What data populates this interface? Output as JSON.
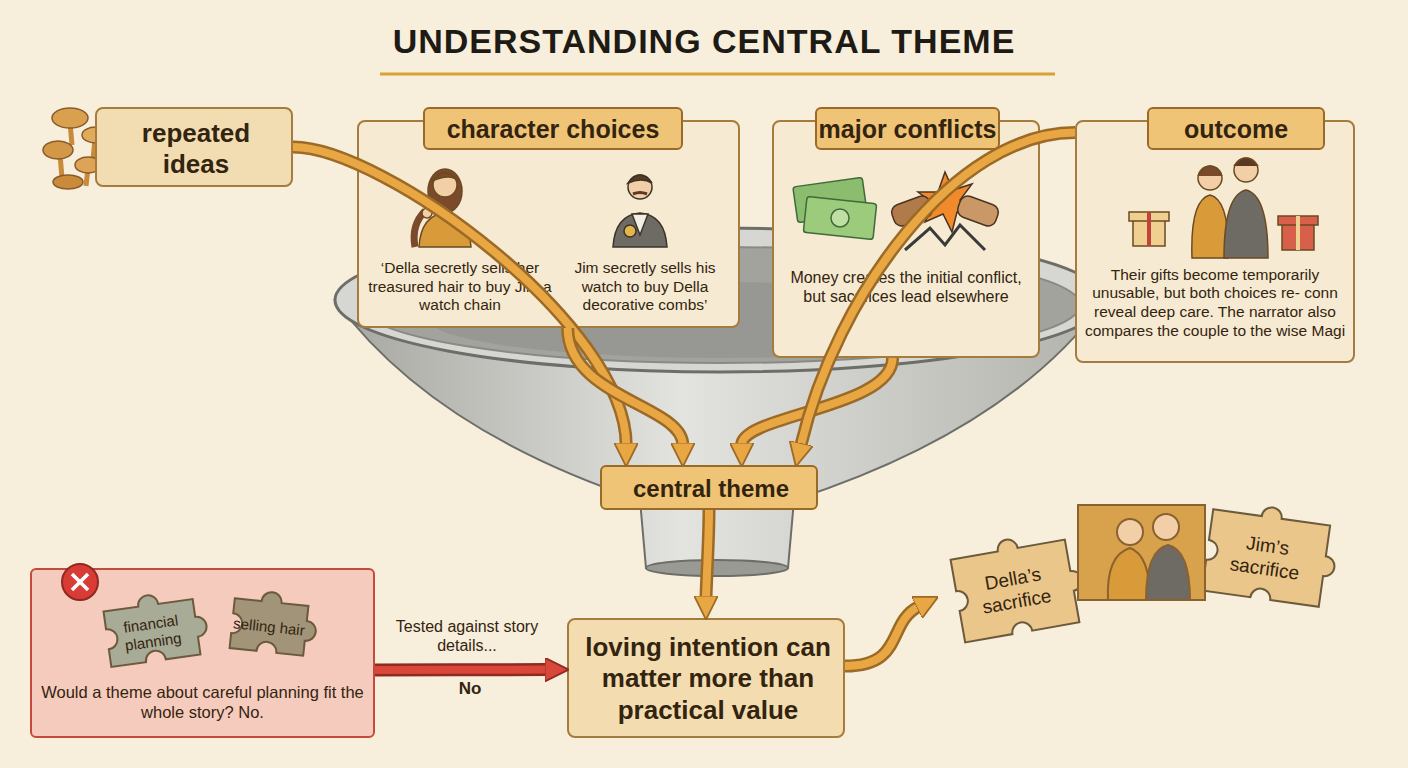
{
  "diagram": {
    "title": "UNDERSTANDING CENTRAL THEME",
    "nodes": [
      {
        "text": [
          "repeated ideas"
        ]
      },
      {
        "text": [
          "character choices",
          "‘Della secretly sells her treasured hair to buy Jim a watch chain",
          "Jim secretly sells his watch to buy Della decorative combs’"
        ]
      },
      {
        "text": [
          "major conflicts",
          "Money creates the initial conflict, but sacrifices lead elsewhere"
        ]
      },
      {
        "text": [
          "outcome",
          "Their gifts become temporarily unusable, but both choices re- conn reveal deep care. The narrator also compares the couple to the wise Magi"
        ]
      },
      {
        "text": [
          "central theme"
        ]
      },
      {
        "text": [
          "loving intention can matter more than practical value"
        ]
      },
      {
        "text": [
          "Would a theme about careful planning fit the whole story? No."
        ]
      },
      {
        "text": [
          "financial planning"
        ],
        "in": 6
      },
      {
        "text": [
          "selling hair"
        ],
        "in": 6
      },
      {
        "text": [
          "Della’s sacrifice"
        ]
      },
      {
        "text": [
          "Jim’s sacrifice"
        ]
      }
    ],
    "edges": [
      {
        "from": 0,
        "to": 4,
        "arrow": "to"
      },
      {
        "from": 1,
        "to": 4,
        "arrow": "to"
      },
      {
        "from": 2,
        "to": 4,
        "arrow": "to"
      },
      {
        "from": 3,
        "to": 4,
        "arrow": "to"
      },
      {
        "from": 4,
        "to": 5,
        "arrow": "to"
      },
      {
        "from": 6,
        "to": 5,
        "label": "Tested against story details...",
        "arrow": "to"
      },
      {
        "from": 5,
        "to": 9,
        "arrow": "to"
      }
    ],
    "labels": [
      "No"
    ]
  }
}
